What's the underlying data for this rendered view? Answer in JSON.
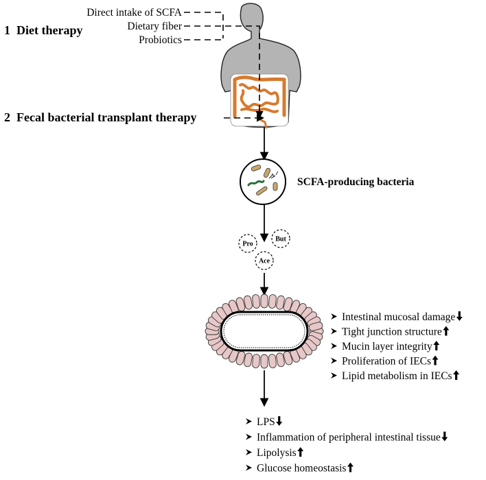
{
  "therapies": {
    "diet": {
      "number": "1",
      "label": "Diet therapy"
    },
    "fecal": {
      "number": "2",
      "label": "Fecal bacterial transplant therapy"
    }
  },
  "diet_items": [
    "Direct intake of SCFA",
    "Dietary fiber",
    "Probiotics"
  ],
  "bacteria_label": "SCFA-producing bacteria",
  "scfas": {
    "pro": "Pro",
    "but": "But",
    "ace": "Ace"
  },
  "intestinal_effects": [
    {
      "text": "Intestinal mucosal damage",
      "direction": "down"
    },
    {
      "text": "Tight junction structure",
      "direction": "up"
    },
    {
      "text": "Mucin layer integrity",
      "direction": "up"
    },
    {
      "text": "Proliferation of IECs",
      "direction": "up"
    },
    {
      "text": "Lipid metabolism in  IECs",
      "direction": "up"
    }
  ],
  "systemic_effects": [
    {
      "text": "LPS",
      "direction": "down"
    },
    {
      "text": "Inflammation of peripheral intestinal tissue",
      "direction": "down"
    },
    {
      "text": "Lipolysis",
      "direction": "up"
    },
    {
      "text": "Glucose homeostasis",
      "direction": "up"
    }
  ],
  "colors": {
    "body": "#b4b4b4",
    "gut": "#d77a2e",
    "villi": "#e7c7c7",
    "bacteria": "#c9a86a"
  }
}
